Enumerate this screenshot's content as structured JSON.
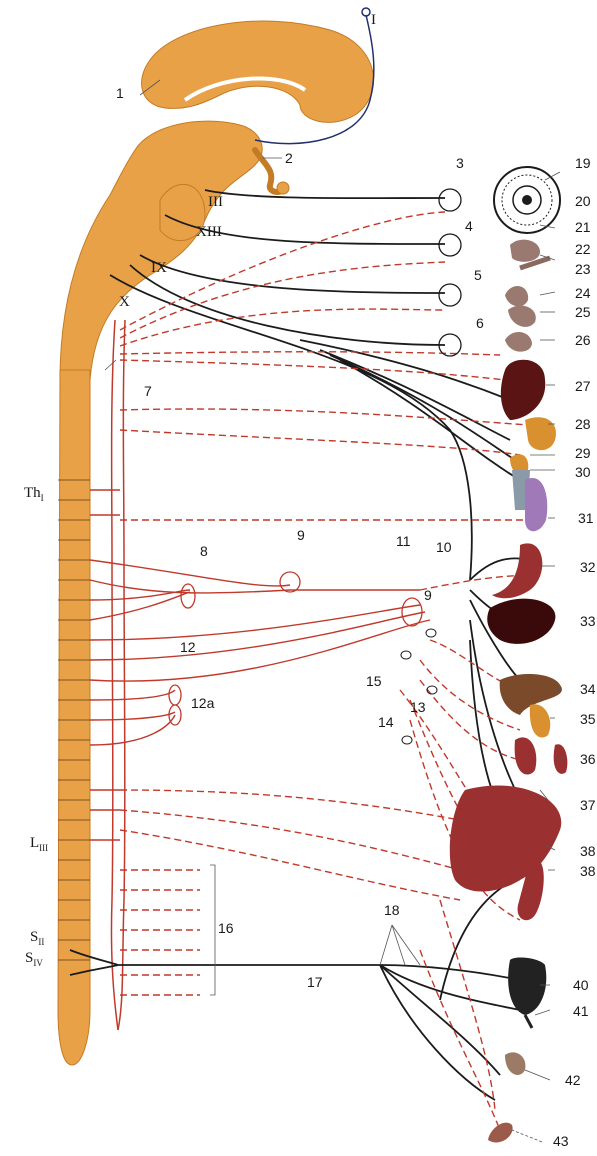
{
  "labels": {
    "n1": "1",
    "n2": "2",
    "n3": "3",
    "n4": "4",
    "n5": "5",
    "n6": "6",
    "n7": "7",
    "n8": "8",
    "n9": "9",
    "n9b": "9",
    "n10": "10",
    "n11": "11",
    "n12": "12",
    "n12a": "12a",
    "n13": "13",
    "n14": "14",
    "n15": "15",
    "n16": "16",
    "n17": "17",
    "n18": "18",
    "n19": "19",
    "n20": "20",
    "n21": "21",
    "n22": "22",
    "n23": "23",
    "n24": "24",
    "n25": "25",
    "n26": "26",
    "n27": "27",
    "n28": "28",
    "n29": "29",
    "n30": "30",
    "n31": "31",
    "n32": "32",
    "n33": "33",
    "n34": "34",
    "n35": "35",
    "n36": "36",
    "n37": "37",
    "n38": "38",
    "n39": "38",
    "n40": "40",
    "n41": "41",
    "n42": "42",
    "n43": "43",
    "nI": "I",
    "nIII": "III",
    "nXIII": "XIII",
    "nIX": "IX",
    "nX": "X",
    "th": "Th",
    "th_sub": "I",
    "l": "L",
    "l_sub": "III",
    "s1": "S",
    "s1_sub": "II",
    "s2": "S",
    "s2_sub": "IV"
  },
  "colors": {
    "brain": "#e9a148",
    "brain_dark": "#c47b25",
    "parasympathetic": "#1b1b1b",
    "sympathetic": "#c0392b",
    "organ_dark": "#5a1414",
    "organ_red": "#9b3030",
    "organ_orange": "#d9902e",
    "organ_purple": "#a07ab8",
    "organ_brown": "#7a4a2a"
  }
}
